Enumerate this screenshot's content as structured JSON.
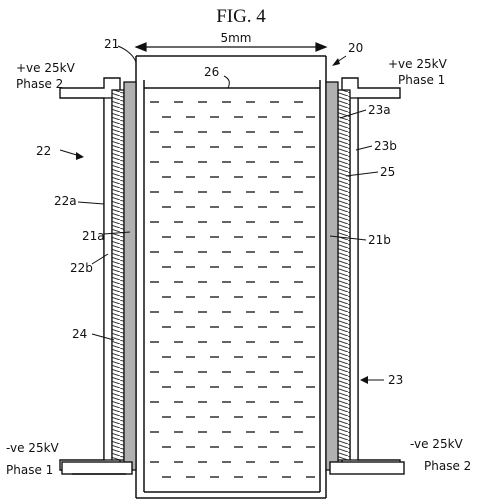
{
  "figure": {
    "title": "FIG. 4",
    "dimension_label": "5mm",
    "labels": {
      "n21": "21",
      "n20": "20",
      "n26": "26",
      "n22": "22",
      "n22a": "22a",
      "n22b": "22b",
      "n21a": "21a",
      "n21b": "21b",
      "n23a": "23a",
      "n23b": "23b",
      "n25": "25",
      "n24": "24",
      "n23": "23"
    },
    "terminals": {
      "top_left_voltage": "+ve 25kV",
      "top_left_phase": "Phase 2",
      "top_right_voltage": "+ve 25kV",
      "top_right_phase": "Phase 1",
      "bottom_left_voltage": "-ve 25kV",
      "bottom_left_phase": "Phase 1",
      "bottom_right_voltage": "-ve 25kV",
      "bottom_right_phase": "Phase 2"
    }
  }
}
